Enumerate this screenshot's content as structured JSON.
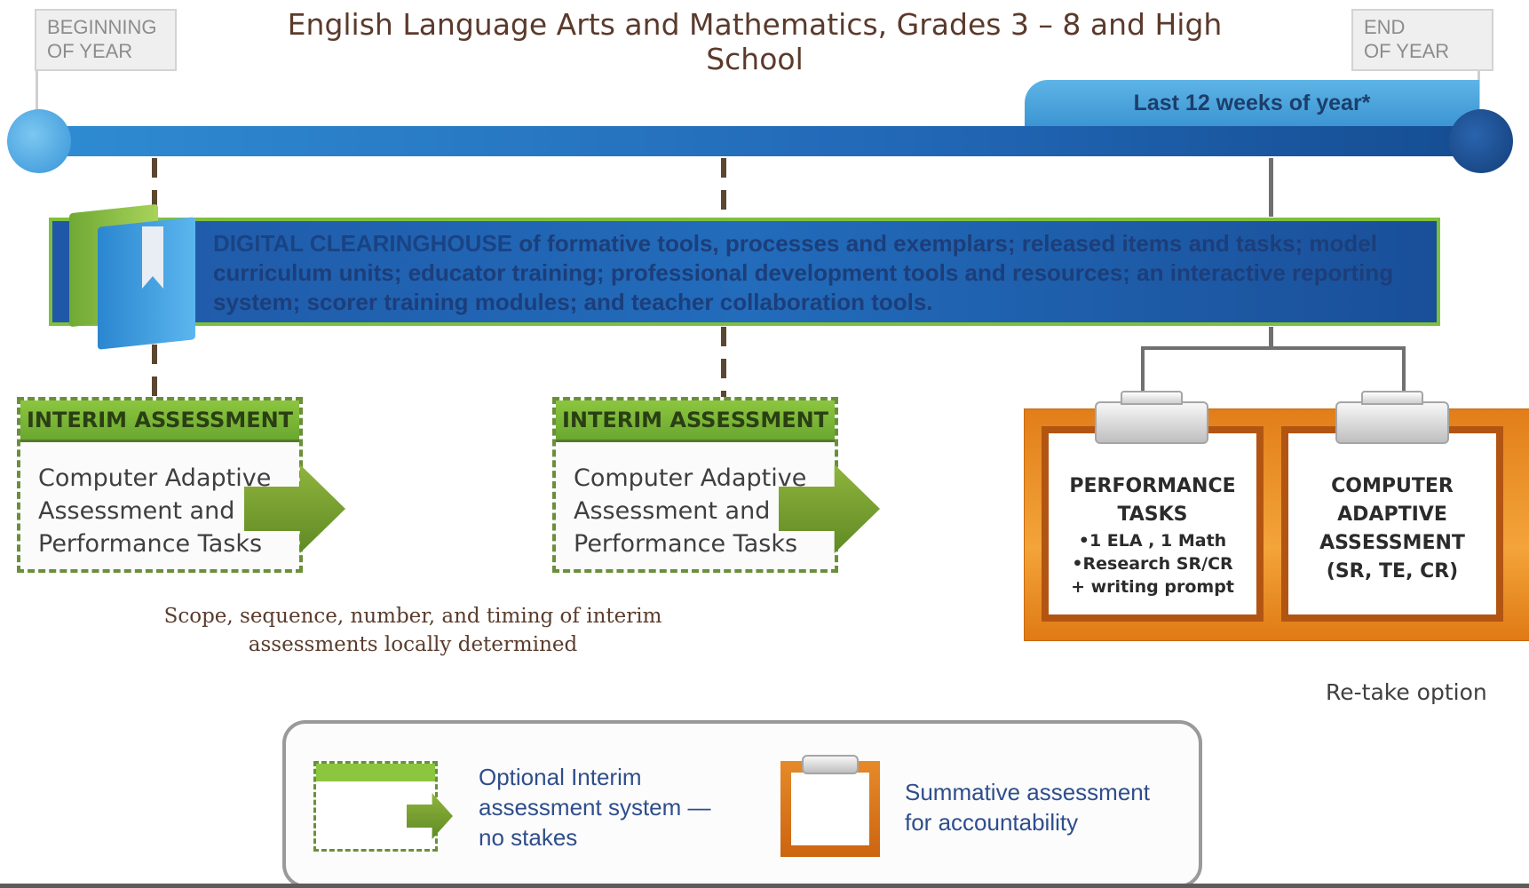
{
  "header": {
    "title": "English Language Arts and Mathematics, Grades 3 – 8 and High School",
    "begin_line1": "BEGINNING",
    "begin_line2": "OF YEAR",
    "end_line1": "END",
    "end_line2": "OF YEAR"
  },
  "timeline": {
    "last_weeks": "Last 12 weeks of year*"
  },
  "clearinghouse": {
    "lead": "DIGITAL CLEARINGHOUSE",
    "text": " of formative tools, processes and exemplars; released items and tasks; model curriculum units; educator training; professional development tools and resources; an interactive reporting system; scorer training modules; and teacher collaboration tools."
  },
  "interim": [
    {
      "header": "INTERIM ASSESSMENT",
      "line1": "Computer Adaptive",
      "line2": "Assessment and",
      "line3": "Performance Tasks"
    },
    {
      "header": "INTERIM ASSESSMENT",
      "line1": "Computer Adaptive",
      "line2": "Assessment and",
      "line3": "Performance Tasks"
    }
  ],
  "scope_note": {
    "line1": "Scope, sequence, number, and timing of interim",
    "line2": "assessments locally determined"
  },
  "summative": {
    "performance": {
      "title1": "PERFORMANCE",
      "title2": "TASKS",
      "bullet1": "•1 ELA , 1  Math",
      "bullet2": "•Research SR/CR",
      "bullet3": "+ writing prompt"
    },
    "cat": {
      "title1": "COMPUTER",
      "title2": "ADAPTIVE",
      "title3": "ASSESSMENT",
      "title4": "(SR, TE, CR)"
    },
    "retake": "Re-take option"
  },
  "legend": {
    "interim_line1": "Optional Interim",
    "interim_line2": "assessment  system —",
    "interim_line3": "no stakes",
    "summative_line1": "Summative assessment",
    "summative_line2": "for accountability"
  },
  "colors": {
    "interim_green": "#8cc63f",
    "timeline_blue": "#2268b7",
    "summative_orange": "#f3a43a"
  }
}
